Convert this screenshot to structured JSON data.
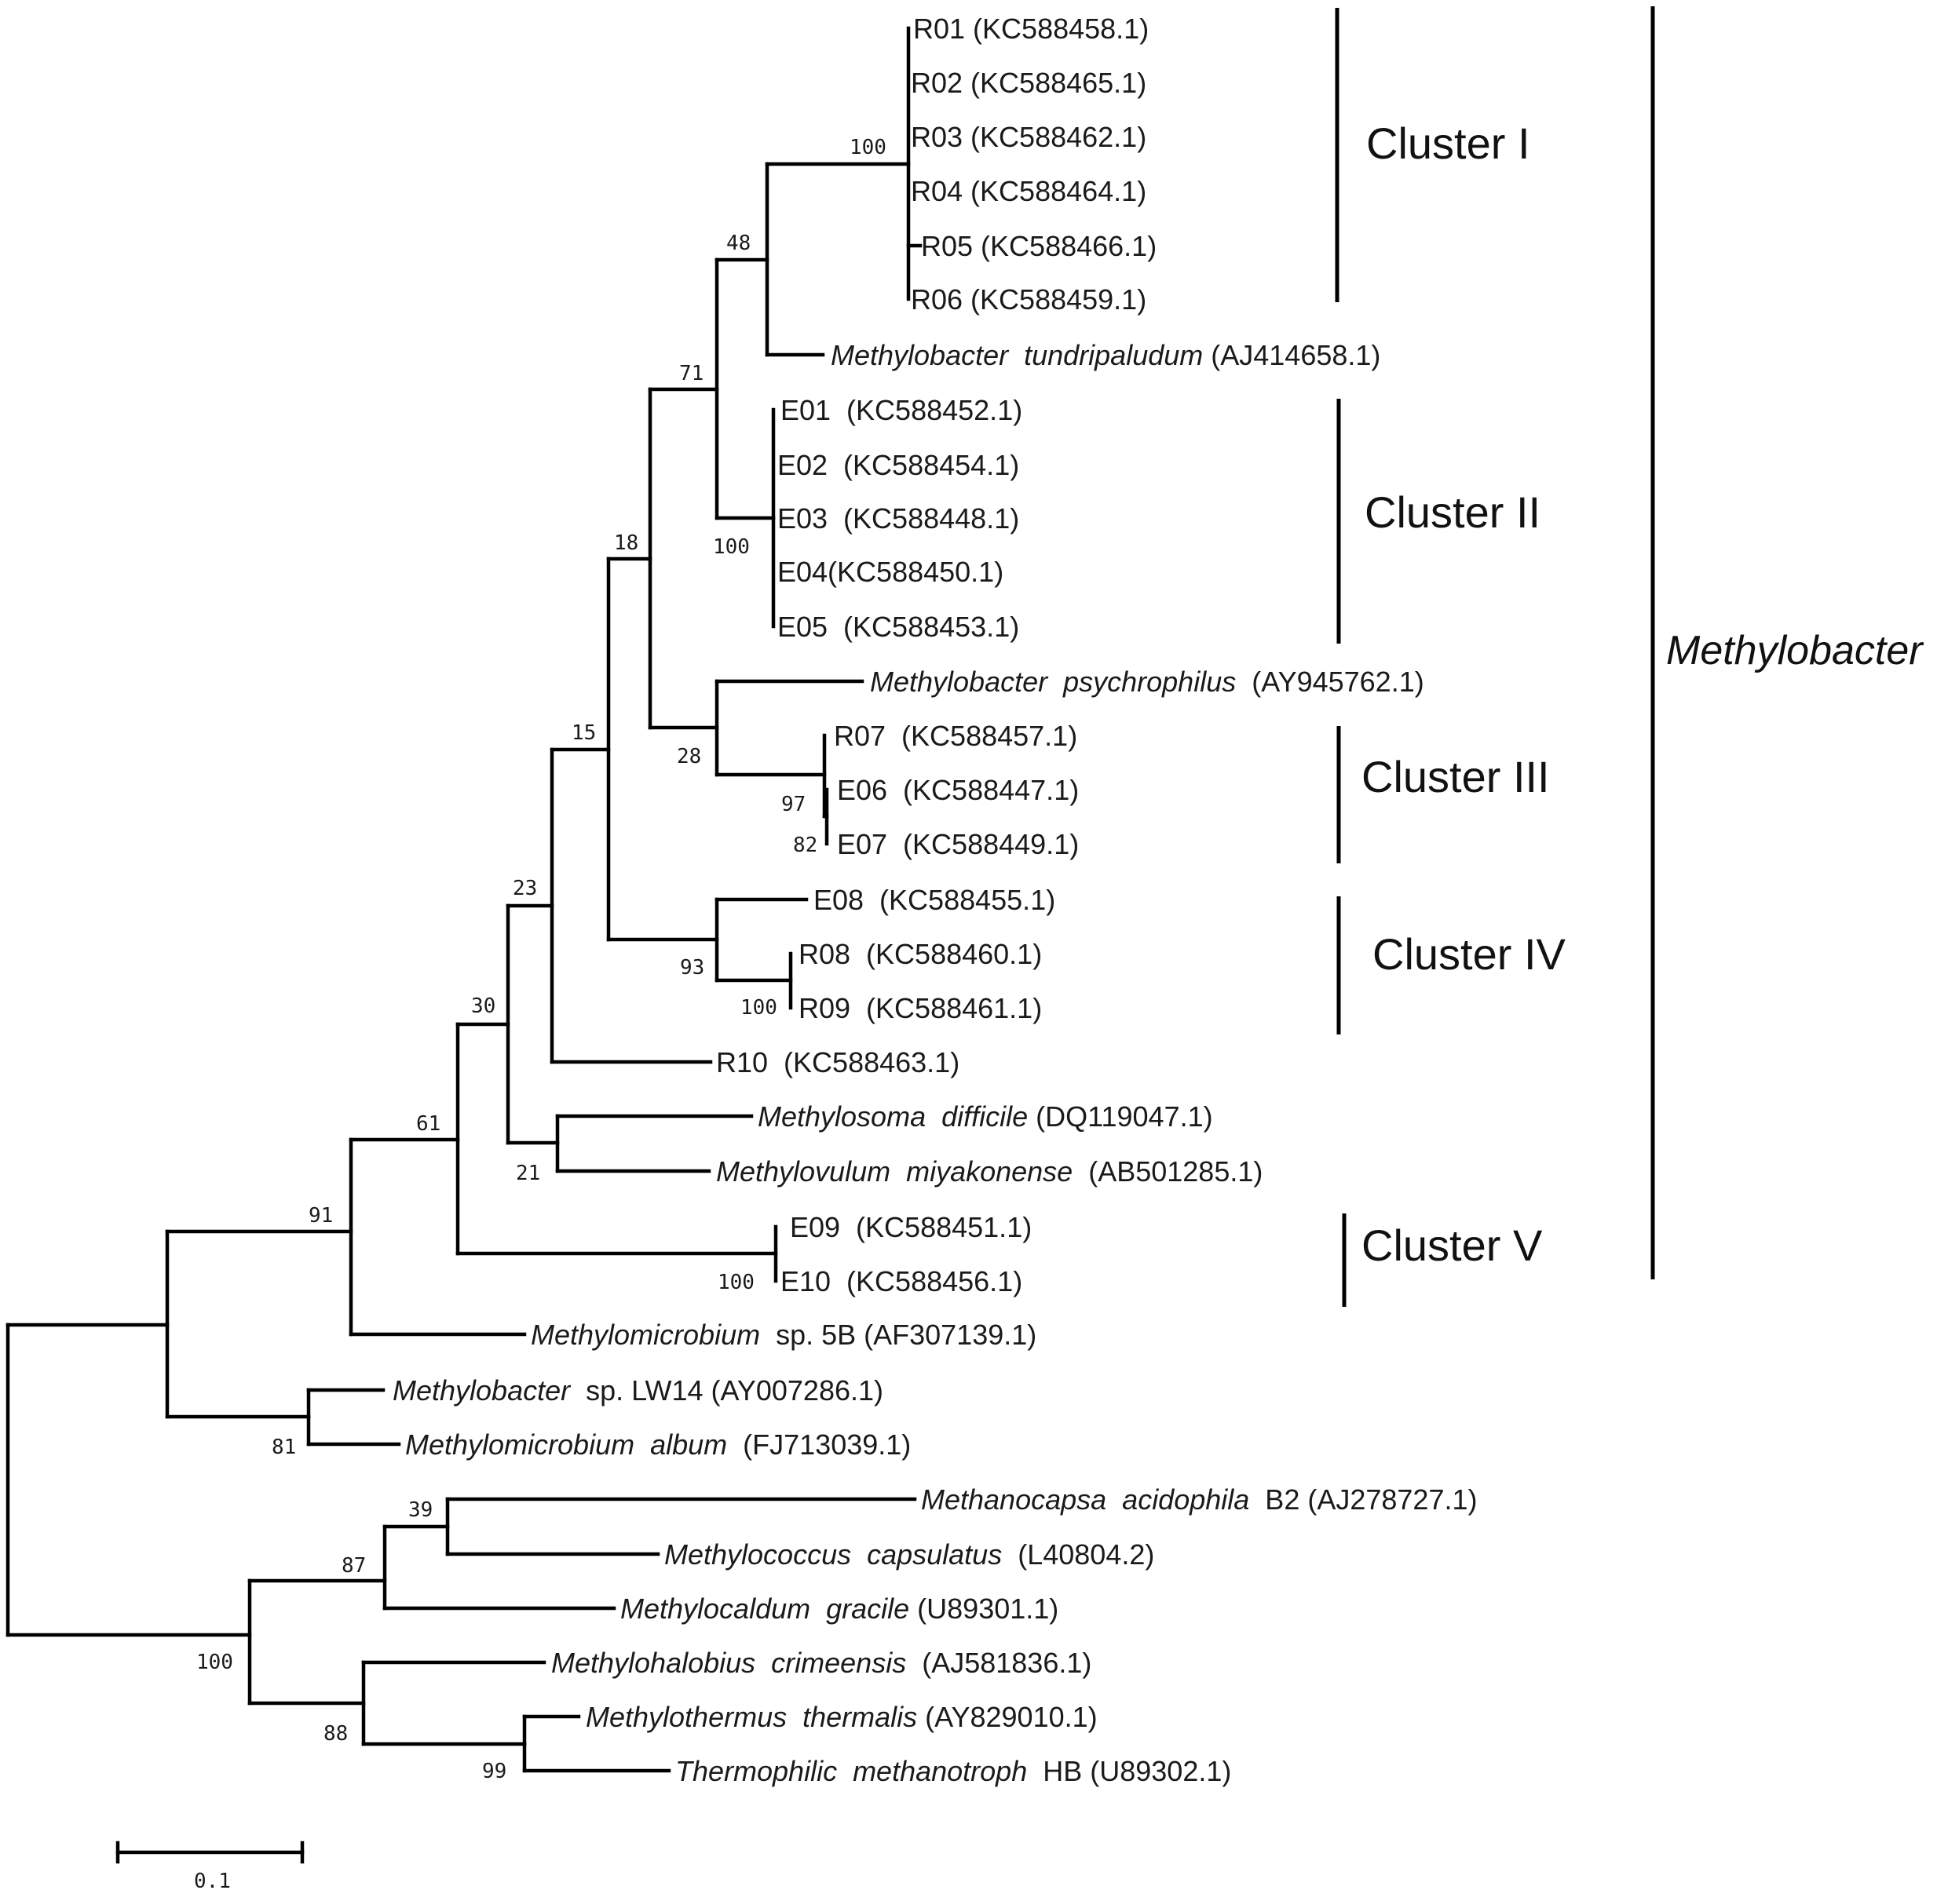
{
  "taxa": [
    {
      "id": "R01",
      "label": "R01 (KC588458.1)"
    },
    {
      "id": "R02",
      "label": "R02 (KC588465.1)"
    },
    {
      "id": "R03",
      "label": "R03 (KC588462.1)"
    },
    {
      "id": "R04",
      "label": "R04 (KC588464.1)"
    },
    {
      "id": "R05",
      "label": "R05 (KC588466.1)"
    },
    {
      "id": "R06",
      "label": "R06 (KC588459.1)"
    },
    {
      "id": "Mtundra",
      "italic": "Methylobacter  tundripaludum",
      "rest": " (AJ414658.1)"
    },
    {
      "id": "E01",
      "label": "E01  (KC588452.1)"
    },
    {
      "id": "E02",
      "label": "E02  (KC588454.1)"
    },
    {
      "id": "E03",
      "label": "E03  (KC588448.1)"
    },
    {
      "id": "E04",
      "label": "E04(KC588450.1)"
    },
    {
      "id": "E05",
      "label": "E05  (KC588453.1)"
    },
    {
      "id": "Mpsychro",
      "italic": "Methylobacter  psychrophilus",
      "rest": "  (AY945762.1)"
    },
    {
      "id": "R07",
      "label": "R07  (KC588457.1)"
    },
    {
      "id": "E06",
      "label": "E06  (KC588447.1)"
    },
    {
      "id": "E07",
      "label": "E07  (KC588449.1)"
    },
    {
      "id": "E08",
      "label": "E08  (KC588455.1)"
    },
    {
      "id": "R08",
      "label": "R08  (KC588460.1)"
    },
    {
      "id": "R09",
      "label": "R09  (KC588461.1)"
    },
    {
      "id": "R10",
      "label": "R10  (KC588463.1)"
    },
    {
      "id": "Mdiff",
      "italic": "Methylosoma  difficile",
      "rest": " (DQ119047.1)"
    },
    {
      "id": "Mmiya",
      "italic": "Methylovulum  miyakonense",
      "rest": "  (AB501285.1)"
    },
    {
      "id": "E09",
      "label": "E09  (KC588451.1)"
    },
    {
      "id": "E10",
      "label": "E10  (KC588456.1)"
    },
    {
      "id": "Mmicro5B",
      "italic": "Methylomicrobium",
      "rest": "  sp. 5B (AF307139.1)"
    },
    {
      "id": "MbLW14",
      "italic": "Methylobacter",
      "rest": "  sp. LW14 (AY007286.1)"
    },
    {
      "id": "Malbum",
      "italic": "Methylomicrobium  album",
      "rest": "  (FJ713039.1)"
    },
    {
      "id": "Macido",
      "italic": "Methanocapsa  acidophila",
      "rest": "  B2 (AJ278727.1)"
    },
    {
      "id": "Mcapsu",
      "italic": "Methylococcus  capsulatus",
      "rest": "  (L40804.2)"
    },
    {
      "id": "Mgrac",
      "italic": "Methylocaldum  gracile",
      "rest": " (U89301.1)"
    },
    {
      "id": "Mcrim",
      "italic": "Methylohalobius  crimeensis",
      "rest": "  (AJ581836.1)"
    },
    {
      "id": "Mtherm",
      "italic": "Methylothermus  thermalis",
      "rest": " (AY829010.1)"
    },
    {
      "id": "Thermo",
      "italic": "Thermophilic  methanotroph",
      "rest": "  HB (U89302.1)"
    }
  ],
  "bootstrap": [
    "100",
    "48",
    "71",
    "100",
    "18",
    "28",
    "97",
    "82",
    "15",
    "93",
    "100",
    "23",
    "30",
    "21",
    "61",
    "100",
    "91",
    "81",
    "39",
    "87",
    "88",
    "99",
    "100"
  ],
  "clusters": [
    "Cluster I",
    "Cluster II",
    "Cluster III",
    "Cluster IV",
    "Cluster V"
  ],
  "genus_label": "Methylobacter",
  "scale_bar": {
    "value": "0.1"
  }
}
